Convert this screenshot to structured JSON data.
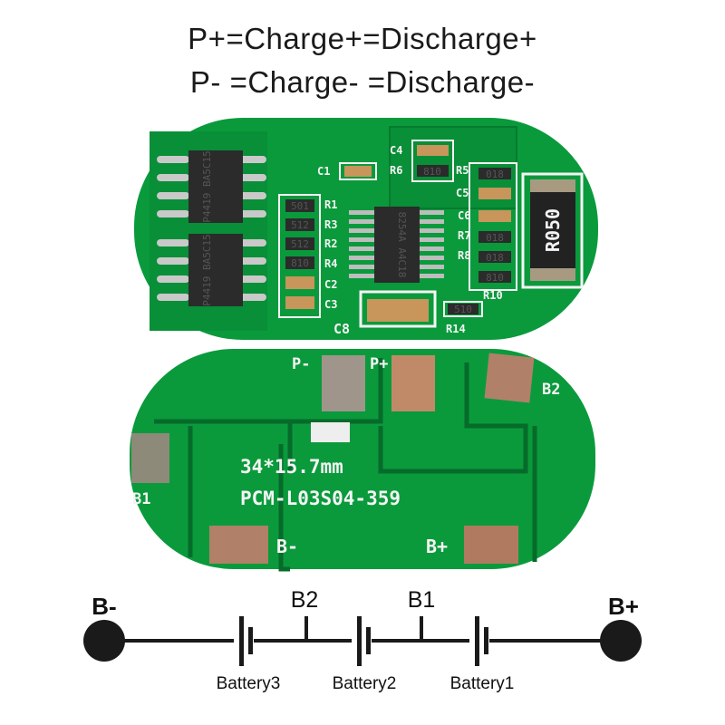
{
  "header": {
    "line1": "P+=Charge+=Discharge+",
    "line2": "P- =Charge- =Discharge-"
  },
  "top_board": {
    "mosfet1_marking": "P4419 BA5C15",
    "mosfet2_marking": "P4419 BA5C15",
    "ic_marking": "8254A A4C18",
    "shunt_marking": "R050",
    "labels": [
      "C1",
      "C4",
      "R6",
      "R5",
      "C5",
      "C6",
      "R7",
      "R8",
      "R10",
      "R1",
      "R3",
      "R2",
      "R4",
      "C2",
      "C3",
      "C8",
      "R14"
    ],
    "resistor_codes": [
      "501",
      "512",
      "512",
      "810",
      "810",
      "018",
      "018",
      "018",
      "810",
      "510"
    ]
  },
  "bottom_board": {
    "pads": [
      "P-",
      "P+",
      "B2",
      "B1",
      "B-",
      "B+"
    ],
    "size_text": "34*15.7mm",
    "model_text": "PCM-L03S04-359"
  },
  "wiring": {
    "terminal_left": "B-",
    "terminal_right": "B+",
    "taps": [
      "B2",
      "B1"
    ],
    "batteries": [
      "Battery3",
      "Battery2",
      "Battery1"
    ]
  },
  "colors": {
    "pcb": "#0a9a3c",
    "pcb_dark": "#066b2a",
    "pad": "#b88a6e",
    "silk": "#f4f4f4"
  }
}
